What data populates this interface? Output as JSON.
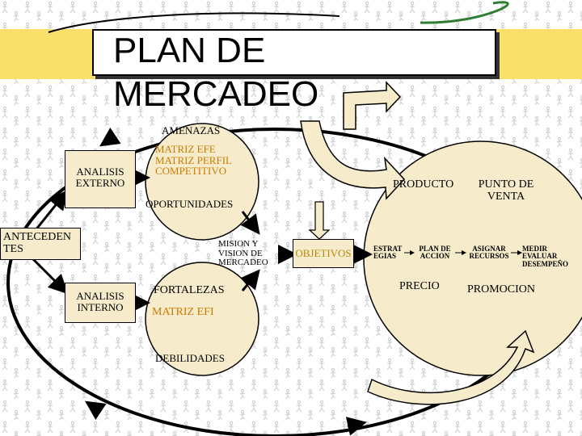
{
  "title": "PLAN DE MERCADEO",
  "colors": {
    "background_band": "#f8e06a",
    "box_fill": "#f6eccb",
    "highlight_text": "#b8860b",
    "matrix_text": "#cc7a00",
    "outer_green": "#2e7d32"
  },
  "nodes": {
    "analisis_externo": "ANALISIS\nEXTERNO",
    "antecedentes": "ANTECEDEN\nTES",
    "analisis_interno": "ANALISIS\nINTERNO",
    "amenazas": "AMENAZAS",
    "matriz_efe": "MATRIZ EFE\nMATRIZ PERFIL\nCOMPETITIVO",
    "oportunidades": "OPORTUNIDADES",
    "mision_vision": "MISION Y\nVISION DE\nMERCADEO",
    "fortalezas": "FORTALEZAS",
    "matriz_efi": "MATRIZ EFI",
    "debilidades": "DEBILIDADES",
    "objetivos": "OBJETIVOS",
    "producto": "PRODUCTO",
    "punto_de_venta": "PUNTO DE\nVENTA",
    "estrategias": "ESTRAT\nEGIAS",
    "plan_de_accion": "PLAN DE\nACCION",
    "asignar_recursos": "ASIGNAR\nRECURSOS",
    "medir": "MEDIR\nEVALUAR\nDESEMPEÑO",
    "precio": "PRECIO",
    "promocion": "PROMOCION"
  }
}
